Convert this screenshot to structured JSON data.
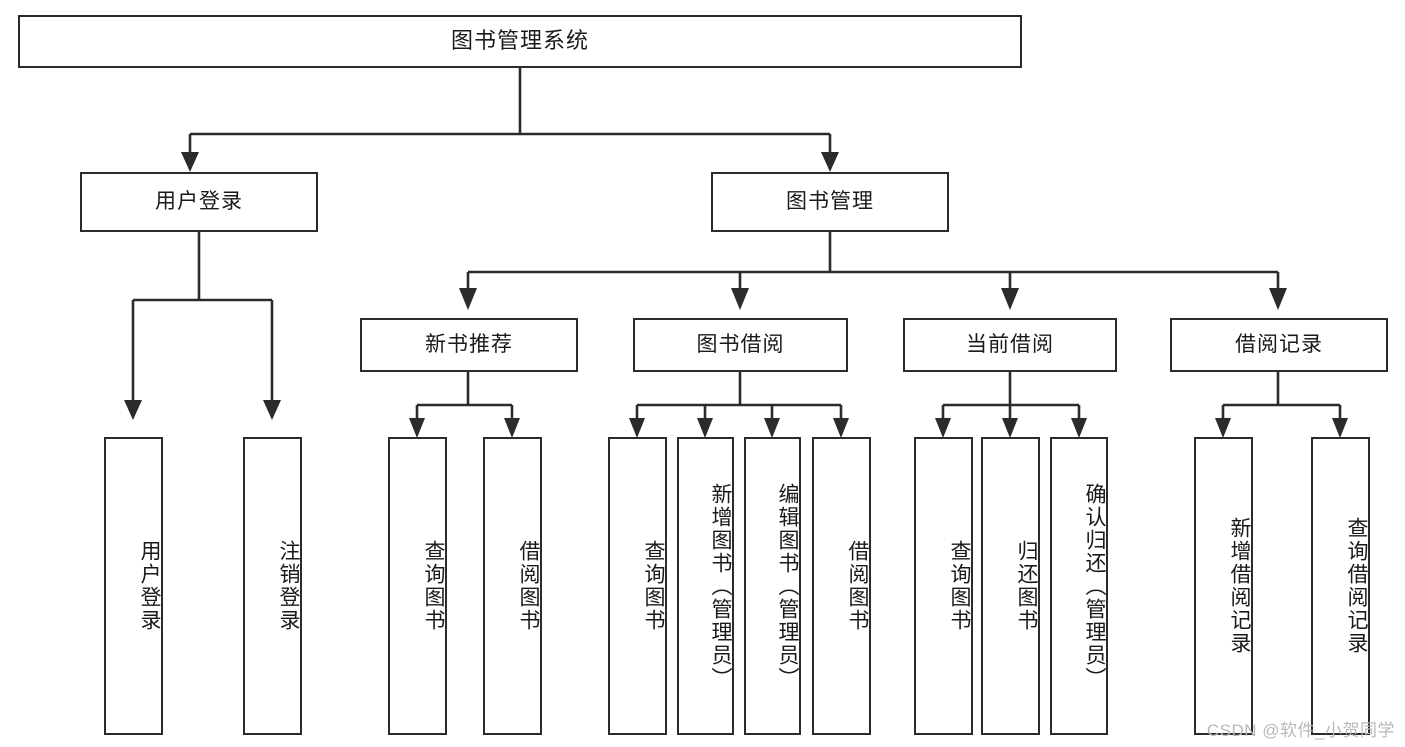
{
  "diagram": {
    "type": "tree",
    "title": "图书管理系统",
    "orientation": "top-down",
    "colors": {
      "stroke": "#2b2b2b",
      "box_fill": "#ffffff",
      "text": "#1a1a1a",
      "background": "#ffffff",
      "watermark": "#b9b9b9"
    },
    "root": {
      "label": "图书管理系统"
    },
    "level1": [
      {
        "label": "用户登录"
      },
      {
        "label": "图书管理"
      }
    ],
    "level2": [
      {
        "label": "新书推荐"
      },
      {
        "label": "图书借阅"
      },
      {
        "label": "当前借阅"
      },
      {
        "label": "借阅记录"
      }
    ],
    "leaves": {
      "user_login": [
        {
          "label": "用户登录"
        },
        {
          "label": "注销登录"
        }
      ],
      "new_book_recommend": [
        {
          "label": "查询图书"
        },
        {
          "label": "借阅图书"
        }
      ],
      "book_borrow": [
        {
          "label": "查询图书"
        },
        {
          "label": "新增图书（管理员）"
        },
        {
          "label": "编辑图书（管理员）"
        },
        {
          "label": "借阅图书"
        }
      ],
      "current_borrow": [
        {
          "label": "查询图书"
        },
        {
          "label": "归还图书"
        },
        {
          "label": "确认归还（管理员）"
        }
      ],
      "borrow_record": [
        {
          "label": "新增借阅记录"
        },
        {
          "label": "查询借阅记录"
        }
      ]
    }
  },
  "watermark": {
    "text": "CSDN @软件_小贺同学"
  }
}
